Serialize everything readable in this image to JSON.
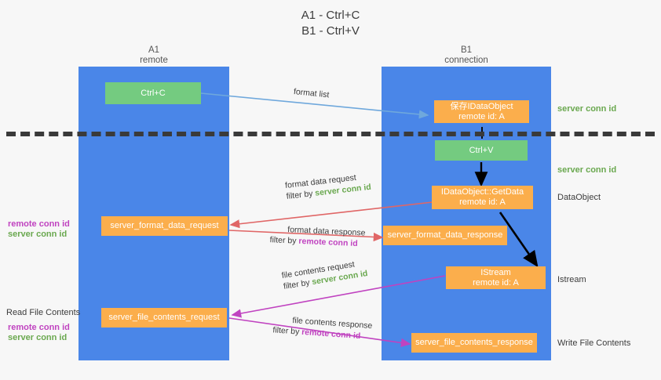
{
  "title": "A1 - Ctrl+C\nB1 - Ctrl+V",
  "lanes": [
    {
      "name": "A1",
      "sub": "remote",
      "header": "A1\nremote",
      "color": "#4a86e8"
    },
    {
      "name": "B1",
      "sub": "connection",
      "header": "B1\nconnection",
      "color": "#4a86e8"
    }
  ],
  "colors": {
    "lane": "#4a86e8",
    "green_box": "#74cb80",
    "orange_box": "#fbae4c",
    "server_conn_id": "#6aa84f",
    "remote_conn_id": "#c043c0",
    "divider": "#3a3a3a",
    "arrow_blue": "#6fa8dc",
    "arrow_black": "#000000",
    "arrow_red": "#e06666",
    "arrow_magenta": "#c043c0",
    "background": "#f7f7f7"
  },
  "nodes": {
    "ctrl_c": "Ctrl+C",
    "save_idataobject": "保存IDataObject\nremote id: A",
    "ctrl_v": "Ctrl+V",
    "getdata": "IDataObject::GetData\nremote id: A",
    "server_format_data_request": "server_format_data_request",
    "server_format_data_response": "server_format_data_response",
    "istream": "IStream\nremote id: A",
    "server_file_contents_request": "server_file_contents_request",
    "server_file_contents_response": "server_file_contents_response"
  },
  "edge_labels": {
    "format_list": "format list",
    "format_data_request": "format data request",
    "format_data_request_filter_prefix": "filter by ",
    "format_data_request_filter_value": "server conn id",
    "format_data_response": "format data response",
    "format_data_response_filter_prefix": "filter by ",
    "format_data_response_filter_value": "remote conn id",
    "file_contents_request": "file contents request",
    "file_contents_request_filter_prefix": "filter by ",
    "file_contents_request_filter_value": "server conn id",
    "file_contents_response": "file contents response",
    "file_contents_response_filter_prefix": "filter by ",
    "file_contents_response_filter_value": "remote conn id"
  },
  "right_labels": {
    "server_conn_id_top": "server conn id",
    "server_conn_id_second": "server conn id",
    "dataobject": "DataObject",
    "istream": "Istream",
    "write_file_contents": "Write File Contents"
  },
  "left_labels": {
    "remote_conn_id_1": "remote conn id",
    "server_conn_id_1": "server conn id",
    "read_file_contents": "Read File Contents",
    "remote_conn_id_2": "remote conn id",
    "server_conn_id_2": "server conn id"
  }
}
